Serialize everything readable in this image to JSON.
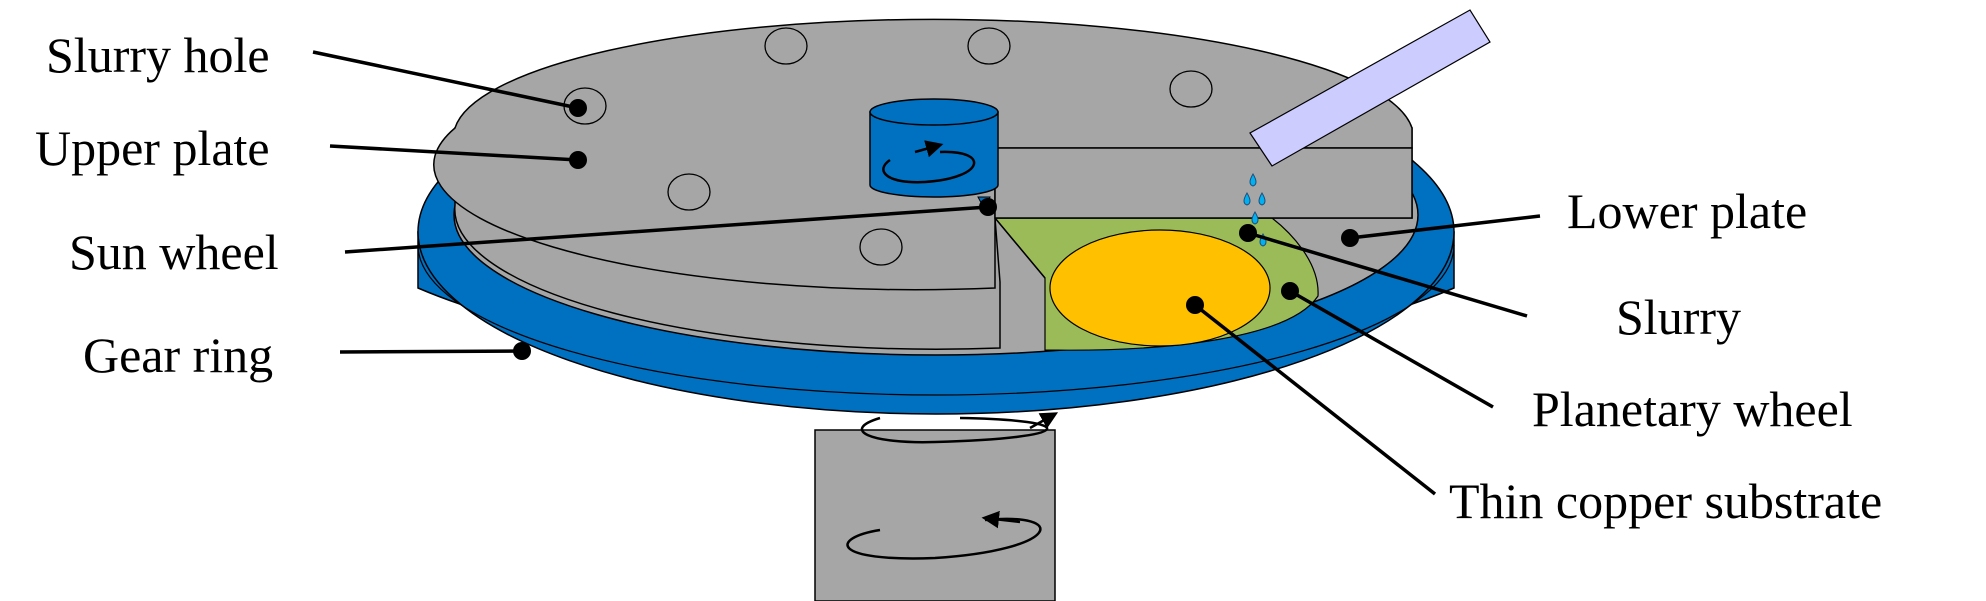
{
  "labels": {
    "slurry_hole": "Slurry hole",
    "upper_plate": "Upper plate",
    "sun_wheel": "Sun wheel",
    "gear_ring": "Gear ring",
    "lower_plate": "Lower plate",
    "slurry": "Slurry",
    "planetary_wheel": "Planetary wheel",
    "thin_copper_substrate": "Thin copper substrate"
  },
  "colors": {
    "plate_gray": "#a6a6a6",
    "gear_blue": "#0070c0",
    "slurry_green": "#9bbb59",
    "substrate_yellow": "#ffc000",
    "nozzle_lavender": "#ccccff",
    "droplet_cyan": "#00b0f0"
  }
}
